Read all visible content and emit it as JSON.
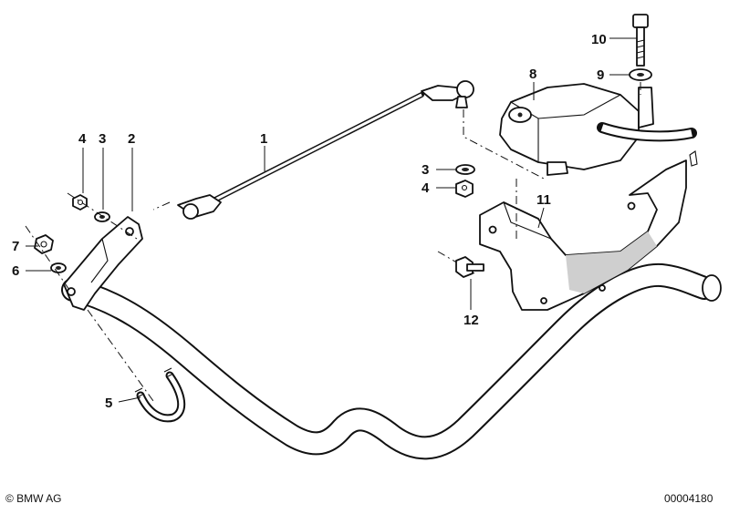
{
  "callouts": {
    "c1": "1",
    "c2": "2",
    "c3a": "3",
    "c4a": "4",
    "c5": "5",
    "c6": "6",
    "c7": "7",
    "c8": "8",
    "c9": "9",
    "c10": "10",
    "c3b": "3",
    "c4b": "4",
    "c11": "11",
    "c12": "12"
  },
  "footer": {
    "copyright": "© BMW AG",
    "diagram_number": "00004180"
  }
}
